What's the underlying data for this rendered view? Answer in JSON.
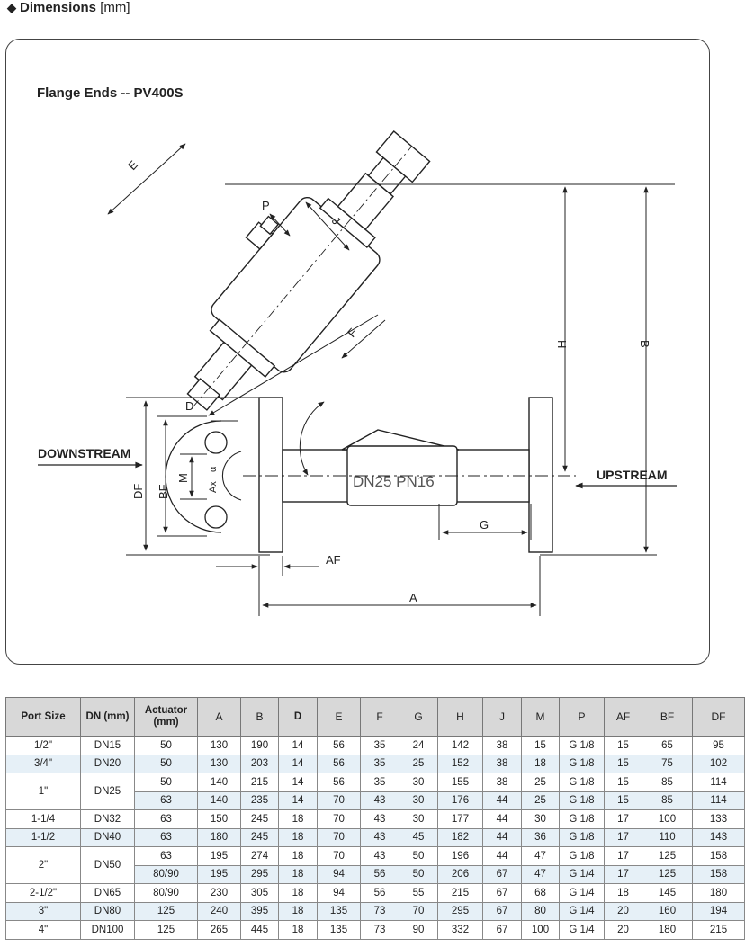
{
  "header": {
    "title": "Dimensions",
    "unit": "[mm]"
  },
  "drawing": {
    "title": "Flange Ends -- PV400S",
    "labels": {
      "E": "E",
      "P": "P",
      "J": "J",
      "F": "F",
      "H": "H",
      "B": "B",
      "D": "D",
      "M": "M",
      "DF": "DF",
      "BF": "BF",
      "Ax": "Ax",
      "alpha": "α",
      "AF": "AF",
      "A": "A",
      "G": "G"
    },
    "downstream": "DOWNSTREAM",
    "upstream": "UPSTREAM",
    "body_marking": "DN25  PN16"
  },
  "table": {
    "headers": [
      "Port Size",
      "DN (mm)",
      "Actuator (mm)",
      "A",
      "B",
      "D",
      "E",
      "F",
      "G",
      "H",
      "J",
      "M",
      "P",
      "AF",
      "BF",
      "DF"
    ],
    "rows": [
      {
        "port": "1/2\"",
        "dn": "DN15",
        "values": [
          "50",
          "130",
          "190",
          "14",
          "56",
          "35",
          "24",
          "142",
          "38",
          "15",
          "G 1/8",
          "15",
          "65",
          "95"
        ]
      },
      {
        "port": "3/4\"",
        "dn": "DN20",
        "values": [
          "50",
          "130",
          "203",
          "14",
          "56",
          "35",
          "25",
          "152",
          "38",
          "18",
          "G 1/8",
          "15",
          "75",
          "102"
        ]
      },
      {
        "port": "1\"",
        "dn": "DN25",
        "values": [
          "50",
          "140",
          "215",
          "14",
          "56",
          "35",
          "30",
          "155",
          "38",
          "25",
          "G 1/8",
          "15",
          "85",
          "114"
        ]
      },
      {
        "values": [
          "63",
          "140",
          "235",
          "14",
          "70",
          "43",
          "30",
          "176",
          "44",
          "25",
          "G 1/8",
          "15",
          "85",
          "114"
        ]
      },
      {
        "port": "1-1/4",
        "dn": "DN32",
        "values": [
          "63",
          "150",
          "245",
          "18",
          "70",
          "43",
          "30",
          "177",
          "44",
          "30",
          "G 1/8",
          "17",
          "100",
          "133"
        ]
      },
      {
        "port": "1-1/2",
        "dn": "DN40",
        "values": [
          "63",
          "180",
          "245",
          "18",
          "70",
          "43",
          "45",
          "182",
          "44",
          "36",
          "G 1/8",
          "17",
          "110",
          "143"
        ]
      },
      {
        "port": "2\"",
        "dn": "DN50",
        "values": [
          "63",
          "195",
          "274",
          "18",
          "70",
          "43",
          "50",
          "196",
          "44",
          "47",
          "G 1/8",
          "17",
          "125",
          "158"
        ]
      },
      {
        "values": [
          "80/90",
          "195",
          "295",
          "18",
          "94",
          "56",
          "50",
          "206",
          "67",
          "47",
          "G 1/4",
          "17",
          "125",
          "158"
        ]
      },
      {
        "port": "2-1/2\"",
        "dn": "DN65",
        "values": [
          "80/90",
          "230",
          "305",
          "18",
          "94",
          "56",
          "55",
          "215",
          "67",
          "68",
          "G 1/4",
          "18",
          "145",
          "180"
        ]
      },
      {
        "port": "3\"",
        "dn": "DN80",
        "values": [
          "125",
          "240",
          "395",
          "18",
          "135",
          "73",
          "70",
          "295",
          "67",
          "80",
          "G 1/4",
          "20",
          "160",
          "194"
        ]
      },
      {
        "port": "4\"",
        "dn": "DN100",
        "values": [
          "125",
          "265",
          "445",
          "18",
          "135",
          "73",
          "90",
          "332",
          "67",
          "100",
          "G 1/4",
          "20",
          "180",
          "215"
        ]
      }
    ]
  }
}
